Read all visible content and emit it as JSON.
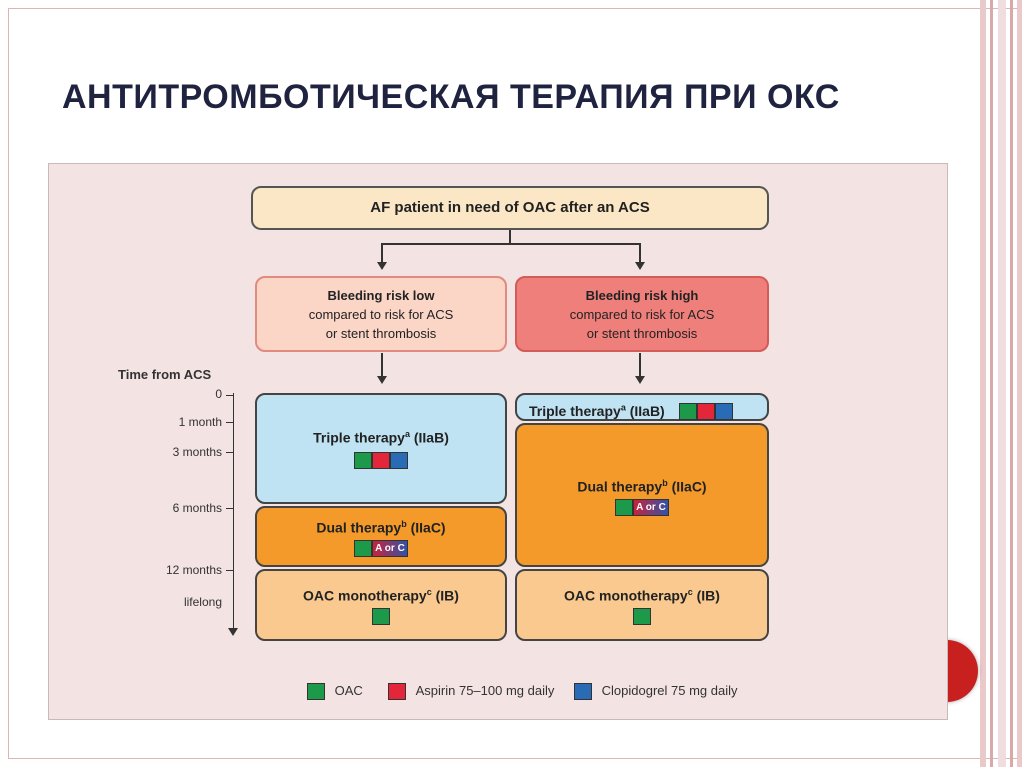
{
  "slide": {
    "title": "АНТИТРОМБОТИЧЕСКАЯ ТЕРАПИЯ ПРИ ОКС",
    "accent_color": "#c8201e"
  },
  "diagram": {
    "top_box": "AF patient in need of OAC after an ACS",
    "low_risk": {
      "title": "Bleeding risk low",
      "line1": "compared to risk for ACS",
      "line2": "or stent thrombosis"
    },
    "high_risk": {
      "title": "Bleeding risk high",
      "line1": "compared to risk for ACS",
      "line2": "or stent thrombosis"
    },
    "timeline": {
      "header": "Time from ACS",
      "labels": [
        "0",
        "1 month",
        "3 months",
        "6 months",
        "12 months",
        "lifelong"
      ]
    },
    "left": {
      "triple": "Triple therapy",
      "triple_sup": "a",
      "triple_class": " (IIaB)",
      "dual": "Dual therapy",
      "dual_sup": "b",
      "dual_class": " (IIaC)",
      "oac": "OAC monotherapy",
      "oac_sup": "c",
      "oac_class": " (IB)"
    },
    "right": {
      "triple": "Triple therapy",
      "triple_sup": "a",
      "triple_class": " (IIaB)",
      "dual": "Dual therapy",
      "dual_sup": "b",
      "dual_class": " (IIaC)",
      "oac": "OAC monotherapy",
      "oac_sup": "c",
      "oac_class": " (IB)"
    },
    "a_or_c": "A or C",
    "legend": {
      "oac": "OAC",
      "aspirin": "Aspirin 75–100 mg daily",
      "clopidogrel": "Clopidogrel 75 mg daily"
    },
    "colors": {
      "oac": "#1d9a49",
      "aspirin": "#e3263a",
      "clopidogrel": "#2a6bb6",
      "triple_fill": "#bfe3f3",
      "dual_fill": "#f39a2a",
      "mono_fill": "#f9c98f",
      "low_fill": "#fbd5c6",
      "high_fill": "#ef7f7b",
      "top_fill": "#fbe7c6"
    }
  }
}
